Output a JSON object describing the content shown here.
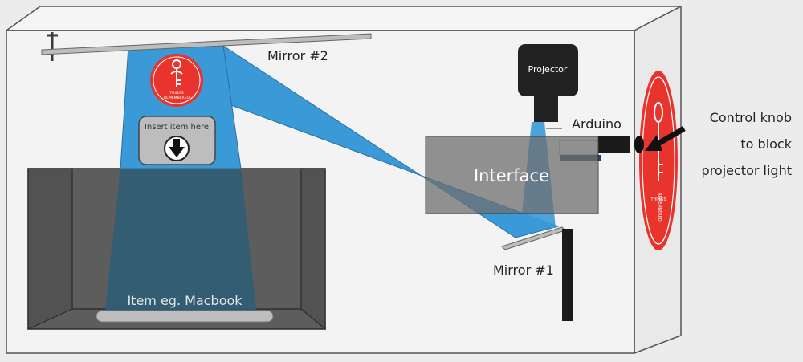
{
  "labels": {
    "mirror2": "Mirror #2",
    "mirror1": "Mirror #1",
    "projector": "Projector",
    "arduino": "Arduino",
    "interface": "Interface",
    "insert_item": "Insert item here",
    "item": "Item eg. Macbook",
    "control_knob": [
      "Control knob",
      "to block",
      "projector light"
    ]
  },
  "logo": {
    "text_line1": "THINGS",
    "text_line2": "REMEMBERED"
  },
  "colors": {
    "background": "#ececec",
    "box_front": "#f2f2f2",
    "outline": "#555555",
    "beam": "#3a9ad8",
    "beam_dark": "#2c7fb8",
    "shadow_box": "#5a5a5a",
    "interface": "#7a7a7a",
    "logo_red": "#e8342d",
    "projector": "#222222"
  }
}
